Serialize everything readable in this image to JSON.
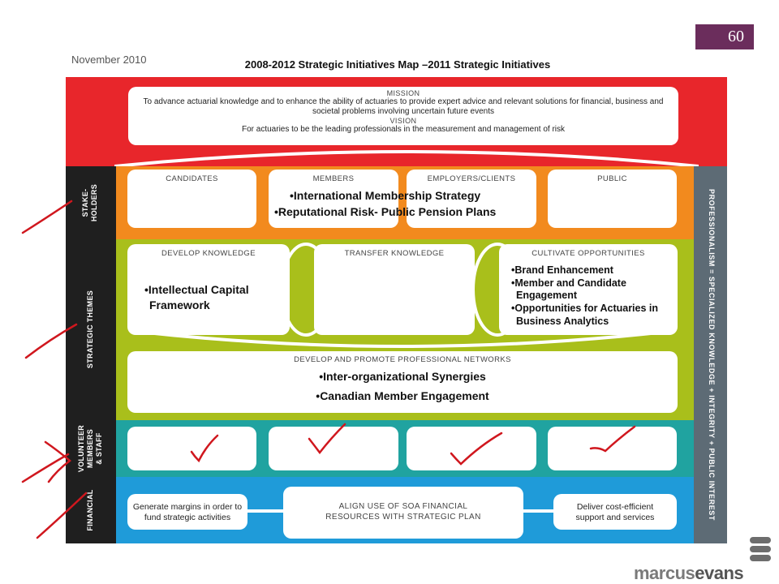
{
  "page_number": "60",
  "date": "November 2010",
  "title": "2008-2012 Strategic Initiatives Map –2011 Strategic Initiatives",
  "mission": {
    "label": "MISSION",
    "text": "To advance actuarial knowledge and to enhance the ability of actuaries to provide expert advice and relevant solutions for financial, business and societal problems involving uncertain future events",
    "vision_label": "VISION",
    "vision_text": "For actuaries to be the leading professionals in the measurement and management of risk"
  },
  "stakeholders": {
    "side_label": "STAKE-\nHOLDERS",
    "boxes": [
      "CANDIDATES",
      "MEMBERS",
      "EMPLOYERS/CLIENTS",
      "PUBLIC"
    ],
    "initiatives": [
      "•International Membership Strategy",
      "•Reputational Risk- Public Pension Plans"
    ]
  },
  "themes": {
    "side_label": "STRATEGIC THEMES",
    "develop_label": "DEVELOP KNOWLEDGE",
    "develop_items": [
      "•Intellectual Capital",
      "Framework"
    ],
    "transfer_label": "TRANSFER KNOWLEDGE",
    "cultivate_label": "CULTIVATE OPPORTUNITIES",
    "cultivate_items": [
      "•Brand Enhancement",
      "•Member and Candidate",
      "Engagement",
      "•Opportunities for Actuaries in",
      "Business Analytics"
    ],
    "networks_label": "DEVELOP AND PROMOTE PROFESSIONAL NETWORKS",
    "networks_items": [
      "•Inter-organizational Synergies",
      "•Canadian Member Engagement"
    ]
  },
  "volunteer": {
    "side_label": "VOLUNTEER\nMEMBERS\n& STAFF"
  },
  "financial": {
    "side_label": "FINANCIAL",
    "left_text": "Generate margins in order to fund strategic activities",
    "center_text": "ALIGN USE OF SOA FINANCIAL RESOURCES WITH STRATEGIC PLAN",
    "right_text": "Deliver cost-efficient support and services"
  },
  "right_bar": "PROFESSIONALISM = SPECIALIZED KNOWLEDGE + INTEGRITY + PUBLIC INTEREST",
  "logo": {
    "part1": "marcus",
    "part2": "evans"
  },
  "colors": {
    "mission": "#e8262b",
    "stakeholders": "#f28a1e",
    "themes": "#a9bf1b",
    "volunteer": "#20a3a0",
    "financial": "#1f9bd9",
    "sidebar": "#1f1f1f",
    "right_bar": "#5d6b75",
    "annotation": "#d0171e",
    "page_number_bg": "#6b2d5c"
  }
}
